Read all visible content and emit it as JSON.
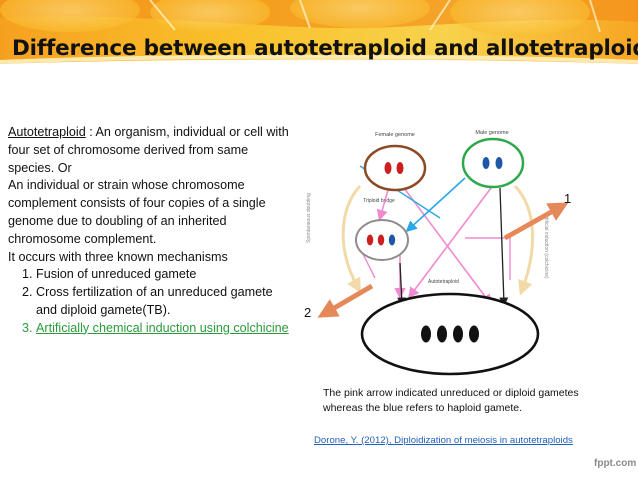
{
  "slide": {
    "title": "Difference between autotetraploid and allotetraploid",
    "term": "Autotetraploid",
    "definition_rest": " : An organism, individual or cell with four set of chromosome derived from same species. Or",
    "definition_2": "An individual or strain whose chromosome complement consists of four copies of a single genome due to doubling of an inherited chromosome complement.",
    "mechanisms_intro": "It occurs with three known mechanisms",
    "mechanisms": [
      "Fusion of unreduced gamete",
      "Cross fertilization of an unreduced gamete and diploid gamete(TB).",
      "Artificially chemical induction using colchicine"
    ]
  },
  "diagram": {
    "female_label": "Female genome",
    "male_label": "Male genome",
    "triploid_label": "Triploid bridge",
    "spontaneous_label": "Spontaneous doubling",
    "artificial_label": "Artificial induction (colchicine)",
    "auto_label": "Autotetraploid",
    "marker_1": "1",
    "marker_2": "2",
    "colors": {
      "female_ring": "#8b4a24",
      "male_ring": "#2ea84a",
      "triploid_ring": "#8c8c8c",
      "red_chrom": "#cc1f1f",
      "blue_chrom": "#1f57a8",
      "pink_arrow": "#f08ad0",
      "blue_arrow": "#29a7e8",
      "orange_arrow": "#e6895a",
      "tan_arrow": "#f2d9a8"
    }
  },
  "caption": "The pink arrow indicated unreduced or diploid gametes whereas the blue refers to haploid gamete.",
  "citation": "Dorone, Y. (2012), Diploidization of meiosis in autotetraploids",
  "footer": "fppt.com"
}
